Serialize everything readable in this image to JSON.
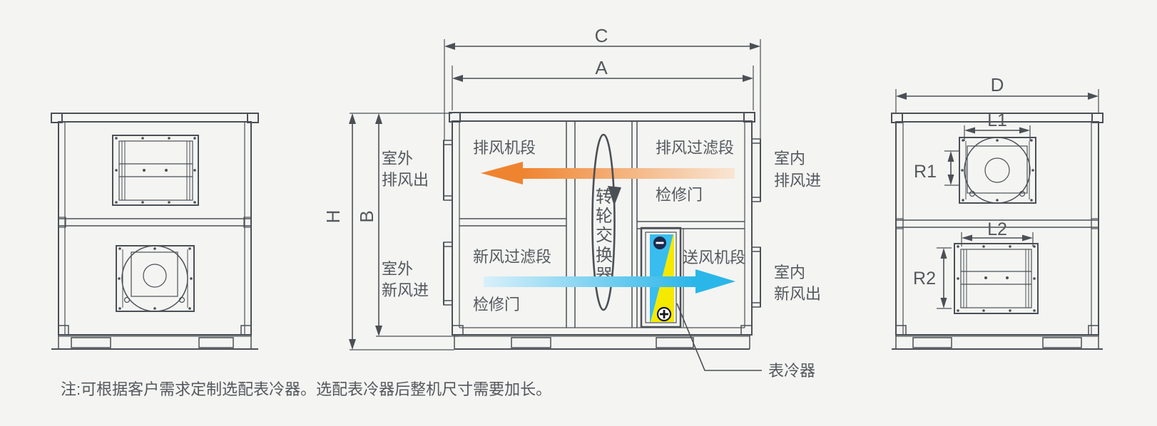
{
  "note": "注:可根据客户需求定制选配表冷器。选配表冷器后整机尺寸需要加长。",
  "dims": {
    "C": "C",
    "A": "A",
    "H": "H",
    "B": "B",
    "D": "D",
    "L1": "L1",
    "R1": "R1",
    "L2": "L2",
    "R2": "R2"
  },
  "center": {
    "sections": {
      "exhaust_fan": "排风机段",
      "exhaust_filter": "排风过滤段",
      "access_door_top": "检修门",
      "fresh_filter": "新风过滤段",
      "access_door_bottom": "检修门",
      "supply_fan": "送风机段"
    },
    "wheel": [
      "转",
      "轮",
      "交",
      "换",
      "器"
    ],
    "ports": {
      "outdoor_exhaust_out": [
        "室外",
        "排风出"
      ],
      "outdoor_fresh_in": [
        "室外",
        "新风进"
      ],
      "indoor_exhaust_in": [
        "室内",
        "排风进"
      ],
      "indoor_fresh_out": [
        "室内",
        "新风出"
      ]
    },
    "coil_label": "表冷器"
  },
  "icons": {
    "rotation_arrow": "rotation-direction-arrow",
    "exhaust_flow": "exhaust-airflow-arrow-left",
    "supply_flow": "supply-airflow-arrow-right",
    "minus": "minus-icon",
    "plus": "plus-icon"
  },
  "colors": {
    "background": "#f4f4f2",
    "line": "#4b5056",
    "text": "#54585d",
    "exhaust_orange": "#ef8430",
    "exhaust_orange_fade": "#f9e6d4",
    "supply_blue": "#2ab6e8",
    "supply_blue_fade": "#d8f0fa",
    "coil_blue": "#38bdee",
    "coil_yellow": "#f5e900",
    "badge_navy": "#1c2b4d"
  }
}
